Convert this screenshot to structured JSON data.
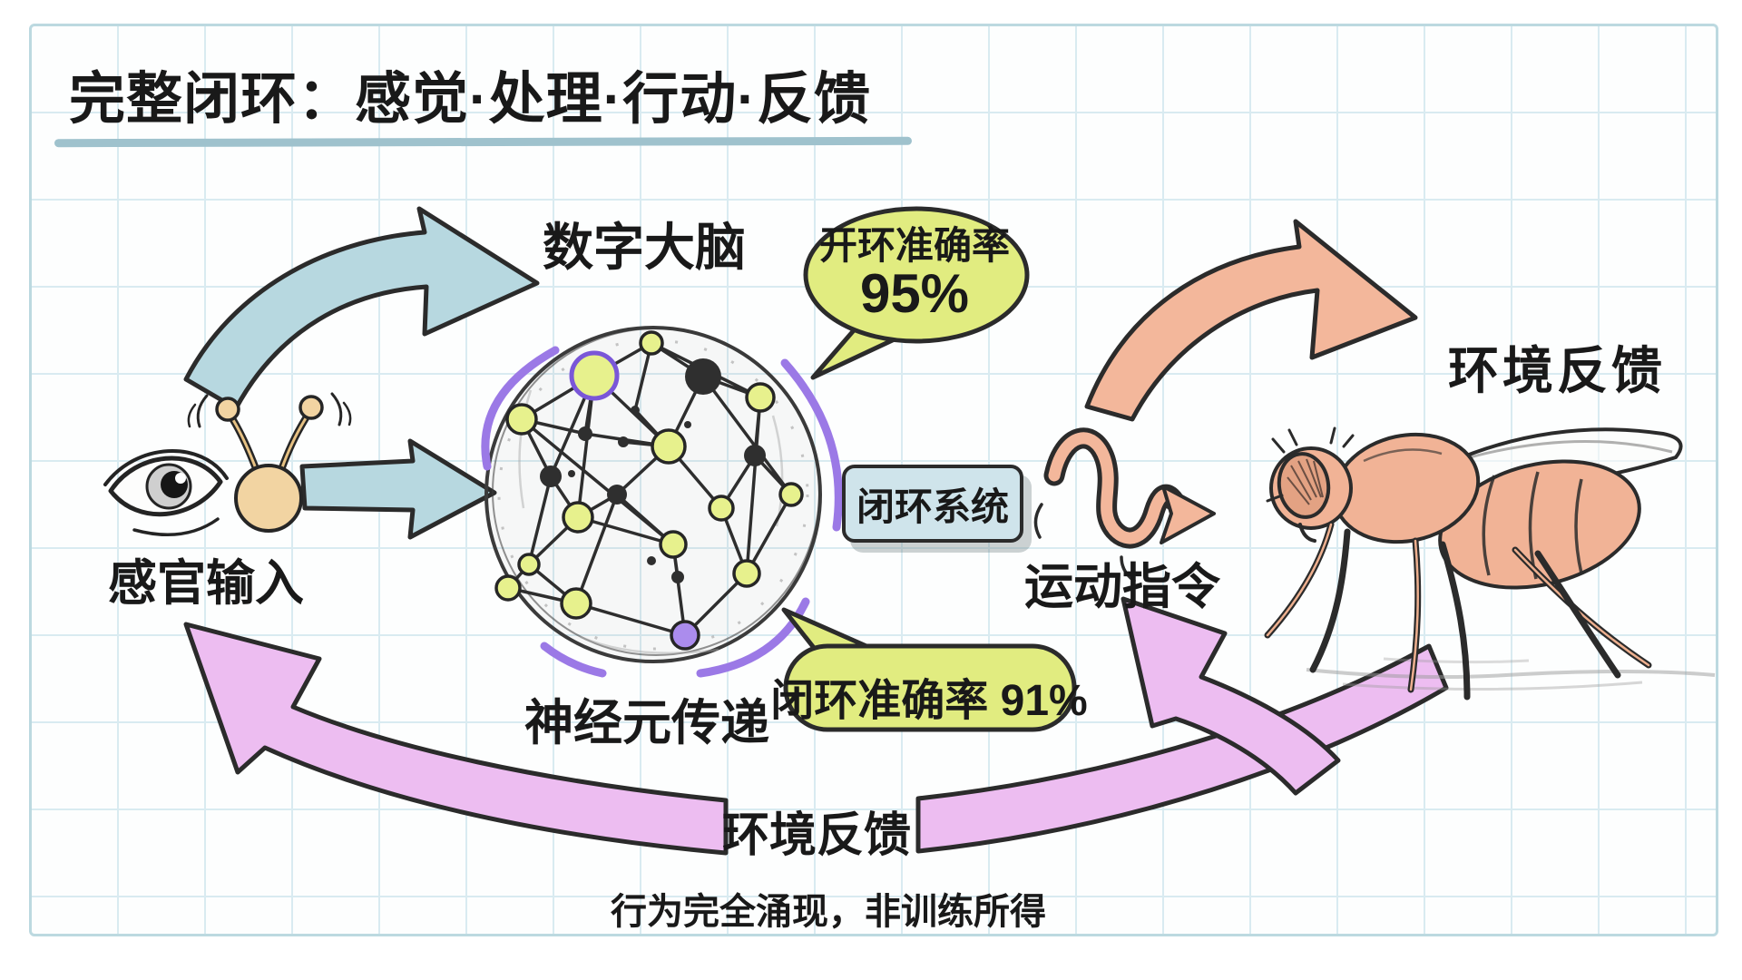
{
  "title": "完整闭环：感觉·处理·行动·反馈",
  "labels": {
    "sensory_input": "感官输入",
    "digital_brain": "数字大脑",
    "neuron_transmission": "神经元传递",
    "closed_loop_system": "闭环系统",
    "motor_command": "运动指令",
    "environment_feedback_top": "环境反馈",
    "environment_feedback_bottom": "环境反馈"
  },
  "bubbles": {
    "open_loop": {
      "label": "开环准确率",
      "value": "95%",
      "percent": 95
    },
    "closed_loop": {
      "label": "闭环准确率 91%",
      "percent": 91
    }
  },
  "footer": {
    "note": "行为完全涌现，非训练所得"
  },
  "icons": {
    "eye": "eye-icon",
    "antenna": "antenna-icon",
    "neural_network": "neural-network-icon",
    "fly": "fly-icon"
  },
  "colors": {
    "ink": "#222222",
    "grid_line": "#d9ebf1",
    "frame": "#bcd9e0",
    "underline": "#9fc2cd",
    "blue_arrow": "#b7d8e0",
    "salmon_arrow": "#f3b79b",
    "purple_arrow": "#edbdf1",
    "accent_purple": "#9b79e6",
    "bubble_yellow": "#e1ec80",
    "box_blue": "#cfe4eb",
    "node_yellow": "#e7f18d",
    "node_purple": "#ab8ced",
    "antenna_tan": "#f2d4a2",
    "fly_body": "#f1b396"
  }
}
